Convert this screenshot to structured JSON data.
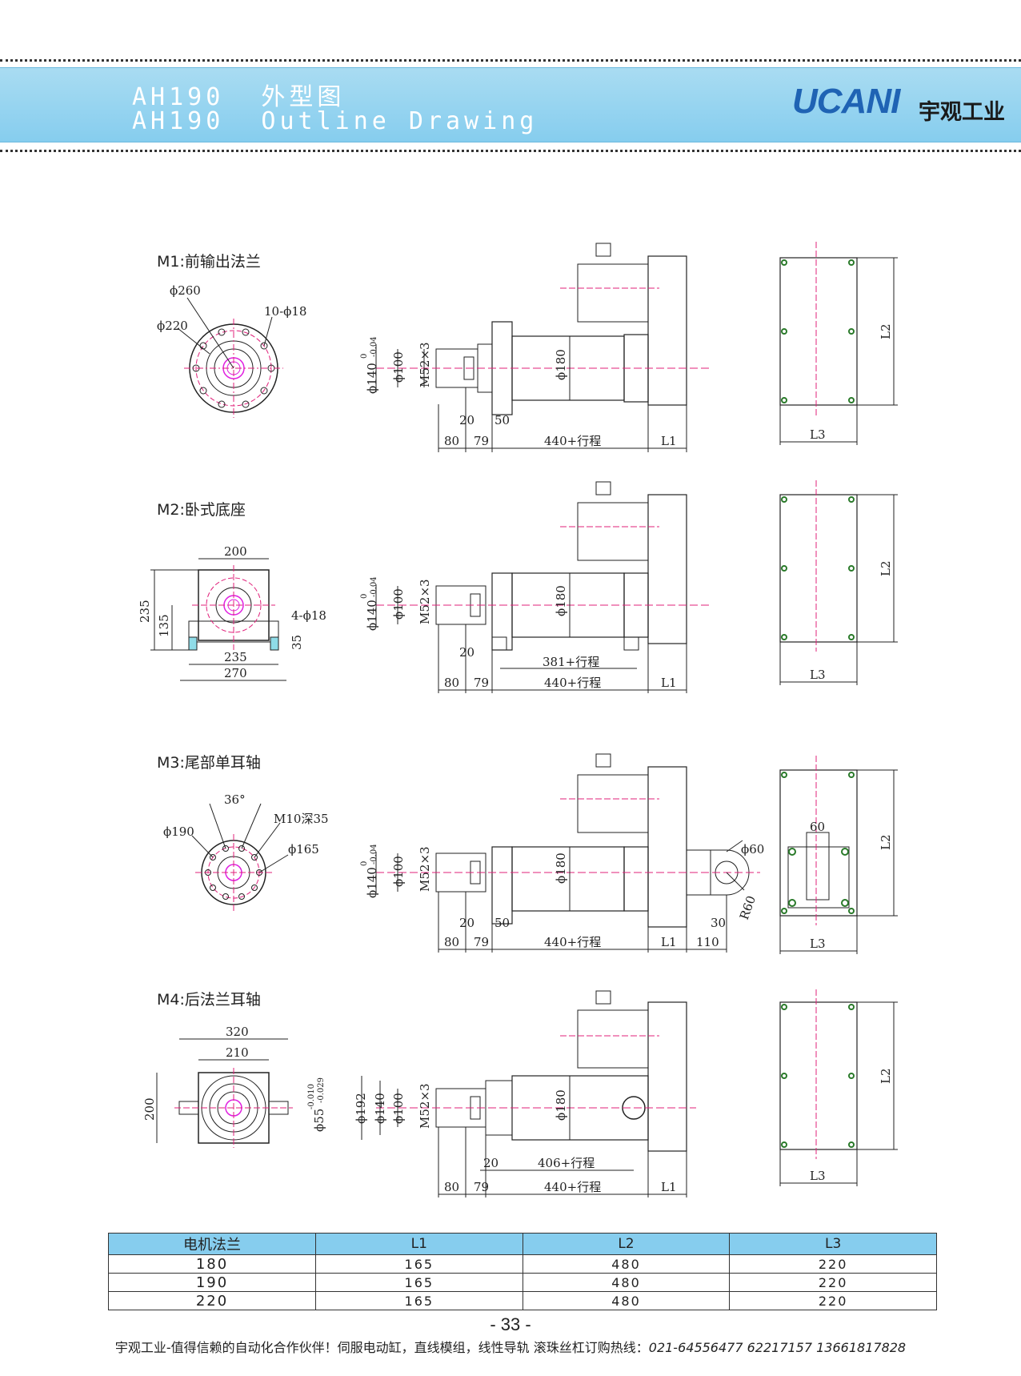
{
  "header": {
    "title_cn": "AH190  外型图",
    "title_en": "AH190  Outline Drawing",
    "logo_text": "UCANI",
    "logo_cn": "宇观工业"
  },
  "sections": [
    {
      "label": "M1:前输出法兰",
      "dims": [
        "ϕ260",
        "10-ϕ18",
        "ϕ220",
        "ϕ140",
        "0",
        "-0.04",
        "ϕ100",
        "M52×3",
        "ϕ180",
        "20",
        "50",
        "80",
        "79",
        "440+行程",
        "L1",
        "L2",
        "L3"
      ]
    },
    {
      "label": "M2:卧式底座",
      "dims": [
        "200",
        "235",
        "135",
        "4-ϕ18",
        "35",
        "235",
        "270",
        "ϕ140",
        "0",
        "-0.04",
        "ϕ100",
        "M52×3",
        "ϕ180",
        "20",
        "381+行程",
        "80",
        "79",
        "440+行程",
        "L1",
        "L2",
        "L3"
      ]
    },
    {
      "label": "M3:尾部单耳轴",
      "dims": [
        "36°",
        "M10深35",
        "ϕ190",
        "ϕ165",
        "ϕ140",
        "0",
        "-0.04",
        "ϕ100",
        "M52×3",
        "ϕ180",
        "ϕ60",
        "R60",
        "20",
        "50",
        "30",
        "80",
        "79",
        "440+行程",
        "L1",
        "110",
        "60",
        "L2",
        "L3"
      ]
    },
    {
      "label": "M4:后法兰耳轴",
      "dims": [
        "320",
        "210",
        "200",
        "ϕ55",
        "-0.010",
        "-0.029",
        "ϕ192",
        "ϕ140",
        "ϕ100",
        "M52×3",
        "ϕ180",
        "20",
        "406+行程",
        "80",
        "79",
        "440+行程",
        "L1",
        "L2",
        "L3"
      ]
    }
  ],
  "table": {
    "headers": [
      "电机法兰",
      "L1",
      "L2",
      "L3"
    ],
    "rows": [
      [
        "180",
        "165",
        "480",
        "220"
      ],
      [
        "190",
        "165",
        "480",
        "220"
      ],
      [
        "220",
        "165",
        "480",
        "220"
      ]
    ]
  },
  "page_number": "- 33 -",
  "footer": {
    "text": "宇观工业-值得信赖的自动化合作伙伴！伺服电动缸，直线模组，线性导轨 滚珠丝杠订购热线：",
    "phones": "021-64556477  62217157  13661817828"
  },
  "colors": {
    "banner": "#86cdee",
    "logo_blue": "#1f63b4",
    "centerline": "#e0207a",
    "magenta": "#e020e0",
    "hole": "#2a7a2a"
  }
}
